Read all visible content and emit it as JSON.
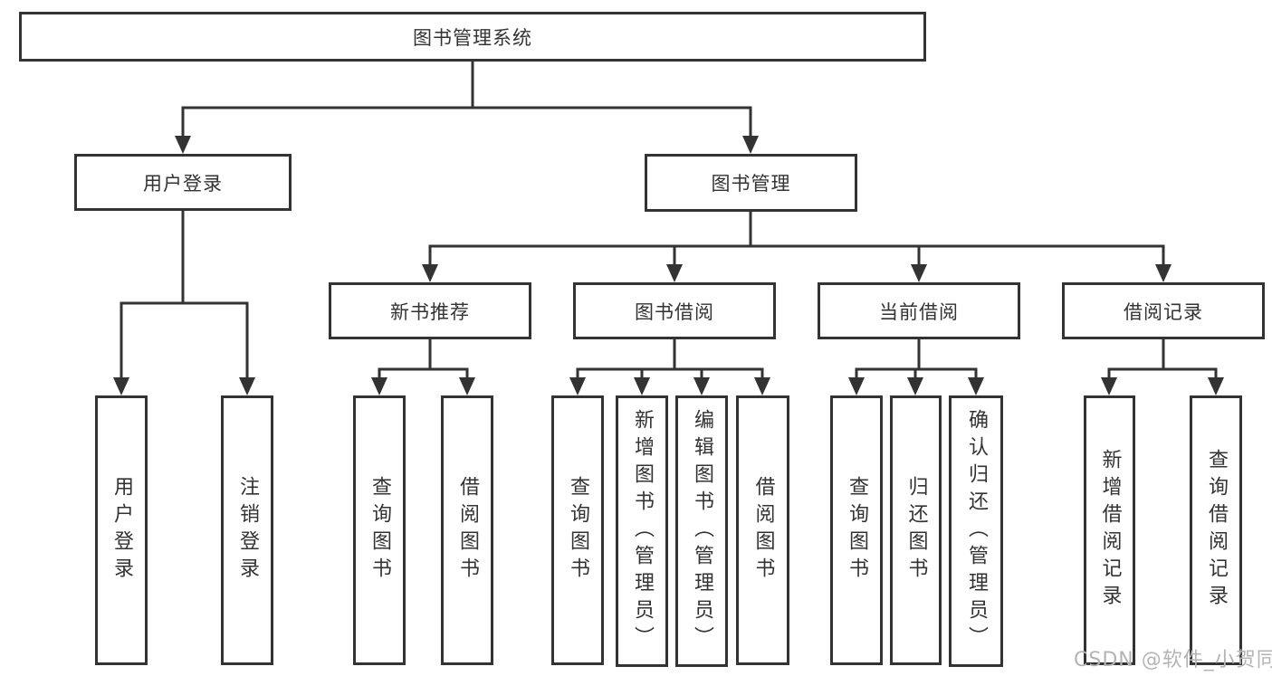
{
  "diagram_title": "图书管理系统",
  "tree": {
    "label": "图书管理系统",
    "children": [
      {
        "label": "用户登录",
        "children": [
          {
            "label": "用户登录"
          },
          {
            "label": "注销登录"
          }
        ]
      },
      {
        "label": "图书管理",
        "children": [
          {
            "label": "新书推荐",
            "children": [
              {
                "label": "查询图书"
              },
              {
                "label": "借阅图书"
              }
            ]
          },
          {
            "label": "图书借阅",
            "children": [
              {
                "label": "查询图书"
              },
              {
                "label": "新增图书（管理员）"
              },
              {
                "label": "编辑图书（管理员）"
              },
              {
                "label": "借阅图书"
              }
            ]
          },
          {
            "label": "当前借阅",
            "children": [
              {
                "label": "查询图书"
              },
              {
                "label": "归还图书"
              },
              {
                "label": "确认归还（管理员）"
              }
            ]
          },
          {
            "label": "借阅记录",
            "children": [
              {
                "label": "新增借阅记录"
              },
              {
                "label": "查询借阅记录"
              }
            ]
          }
        ]
      }
    ]
  },
  "watermark": {
    "text": "CSDN @软件_小贺同学"
  },
  "colors": {
    "line": "#333333",
    "box_border": "#333333",
    "text": "#333333",
    "background": "#ffffff",
    "watermark": "#b4b4b4"
  }
}
